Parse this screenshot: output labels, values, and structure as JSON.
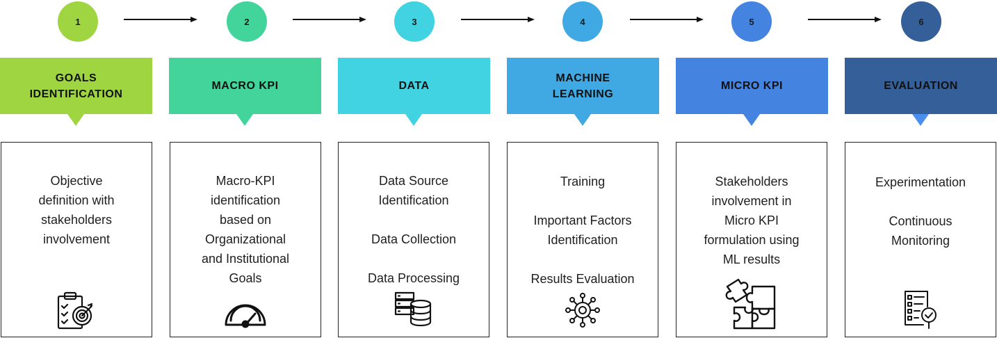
{
  "steps": [
    {
      "number": "1",
      "title": "GOALS\nIDENTIFICATION",
      "color": "#9ed540",
      "lines": [
        "Objective",
        "definition with",
        "stakeholders",
        "involvement"
      ],
      "icon": "clipboard-target-icon"
    },
    {
      "number": "2",
      "title": "MACRO KPI",
      "color": "#43d49c",
      "lines": [
        "Macro-KPI",
        "identification",
        "based on",
        "Organizational",
        "and Institutional",
        "Goals"
      ],
      "icon": "speedometer-icon"
    },
    {
      "number": "3",
      "title": "DATA",
      "color": "#41d3e2",
      "lines": [
        "Data Source",
        "Identification",
        "",
        "Data Collection",
        "",
        "Data Processing"
      ],
      "icon": "database-server-icon"
    },
    {
      "number": "4",
      "title": "MACHINE\nLEARNING",
      "color": "#40a9e3",
      "lines": [
        "Training",
        "",
        "Important Factors",
        "Identification",
        "",
        "Results Evaluation"
      ],
      "icon": "neural-gear-icon"
    },
    {
      "number": "5",
      "title": "MICRO KPI",
      "color": "#4484e0",
      "lines": [
        "Stakeholders",
        "involvement in",
        "Micro KPI",
        "formulation using",
        "ML results"
      ],
      "icon": "puzzle-icon"
    },
    {
      "number": "6",
      "title": "EVALUATION",
      "color": "#355f98",
      "lines": [
        "Experimentation",
        "",
        "Continuous",
        "Monitoring"
      ],
      "icon": "checklist-magnifier-icon"
    }
  ],
  "pointer_colors": [
    "#9ed540",
    "#43d49c",
    "#41d3e2",
    "#40a9e3",
    "#4484e0",
    "#4a8ff0"
  ],
  "arrow_color": "#111111"
}
